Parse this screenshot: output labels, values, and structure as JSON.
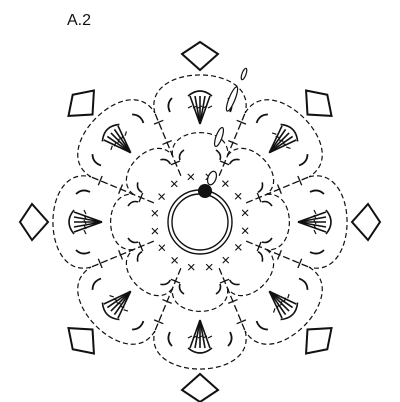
{
  "title": "A.2",
  "diagram": {
    "colors": {
      "ink": "#111111",
      "paper": "#ffffff"
    },
    "petal_count": 8,
    "symbols": [
      "magic-ring",
      "single-crochet",
      "chain",
      "treble-cluster",
      "double-crochet",
      "dc-cluster",
      "chain-space",
      "start-dot"
    ]
  }
}
